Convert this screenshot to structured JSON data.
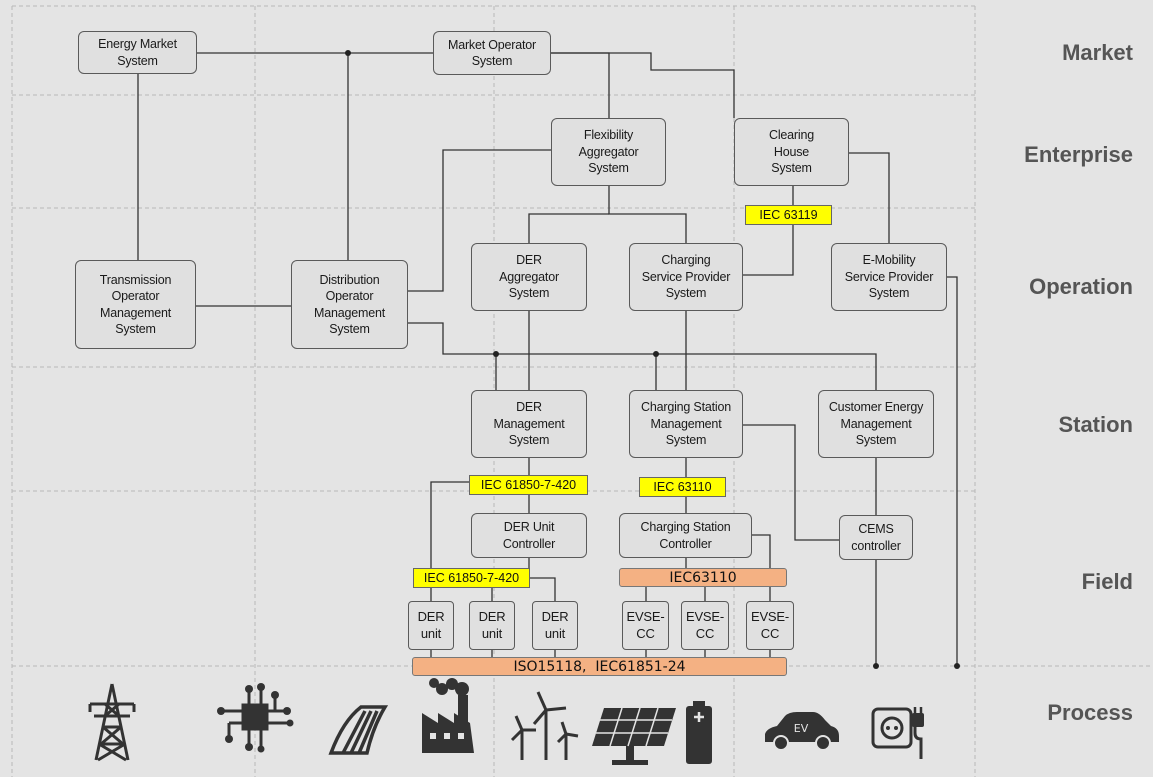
{
  "zones": {
    "market": "Market",
    "enterprise": "Enterprise",
    "operation": "Operation",
    "station": "Station",
    "field": "Field",
    "process": "Process"
  },
  "systems": {
    "energy_market": "Energy Market\nSystem",
    "market_operator": "Market Operator\nSystem",
    "flexibility_aggregator": "Flexibility\nAggregator\nSystem",
    "clearing_house": "Clearing\nHouse\nSystem",
    "transmission_operator": "Transmission\nOperator\nManagement\nSystem",
    "distribution_operator": "Distribution\nOperator\nManagement\nSystem",
    "der_aggregator": "DER\nAggregator\nSystem",
    "charging_service_provider": "Charging\nService Provider\nSystem",
    "emobility_service_provider": "E-Mobility\nService Provider\nSystem",
    "der_management": "DER\nManagement\nSystem",
    "charging_station_management": "Charging Station\nManagement\nSystem",
    "customer_energy_management": "Customer Energy\nManagement\nSystem",
    "der_unit_controller": "DER Unit\nController",
    "charging_station_controller": "Charging  Station\nController",
    "cems_controller": "CEMS\ncontroller",
    "der_unit": "DER\nunit",
    "evse_cc": "EVSE-\nCC"
  },
  "standards": {
    "iec_63119": "IEC 63119",
    "iec_61850_7_420_upper": "IEC 61850-7-420",
    "iec_63110_upper": "IEC 63110",
    "iec_61850_7_420_lower": "IEC 61850-7-420",
    "iec63110_bus": "IEC63110",
    "process_bus": "ISO15118,  IEC61851-24"
  },
  "process_icons": [
    "transmission-tower-icon",
    "circuit-board-icon",
    "hydro-dam-icon",
    "factory-icon",
    "wind-turbines-icon",
    "solar-panel-icon",
    "battery-icon",
    "electric-vehicle-icon",
    "power-socket-plug-icon"
  ],
  "ev_badge": "EV",
  "colors": {
    "background": "#e4e4e4",
    "box_fill": "#e0e0e0",
    "standard_tag": "#ffff00",
    "bus": "#f4b183",
    "icon": "#333333"
  }
}
